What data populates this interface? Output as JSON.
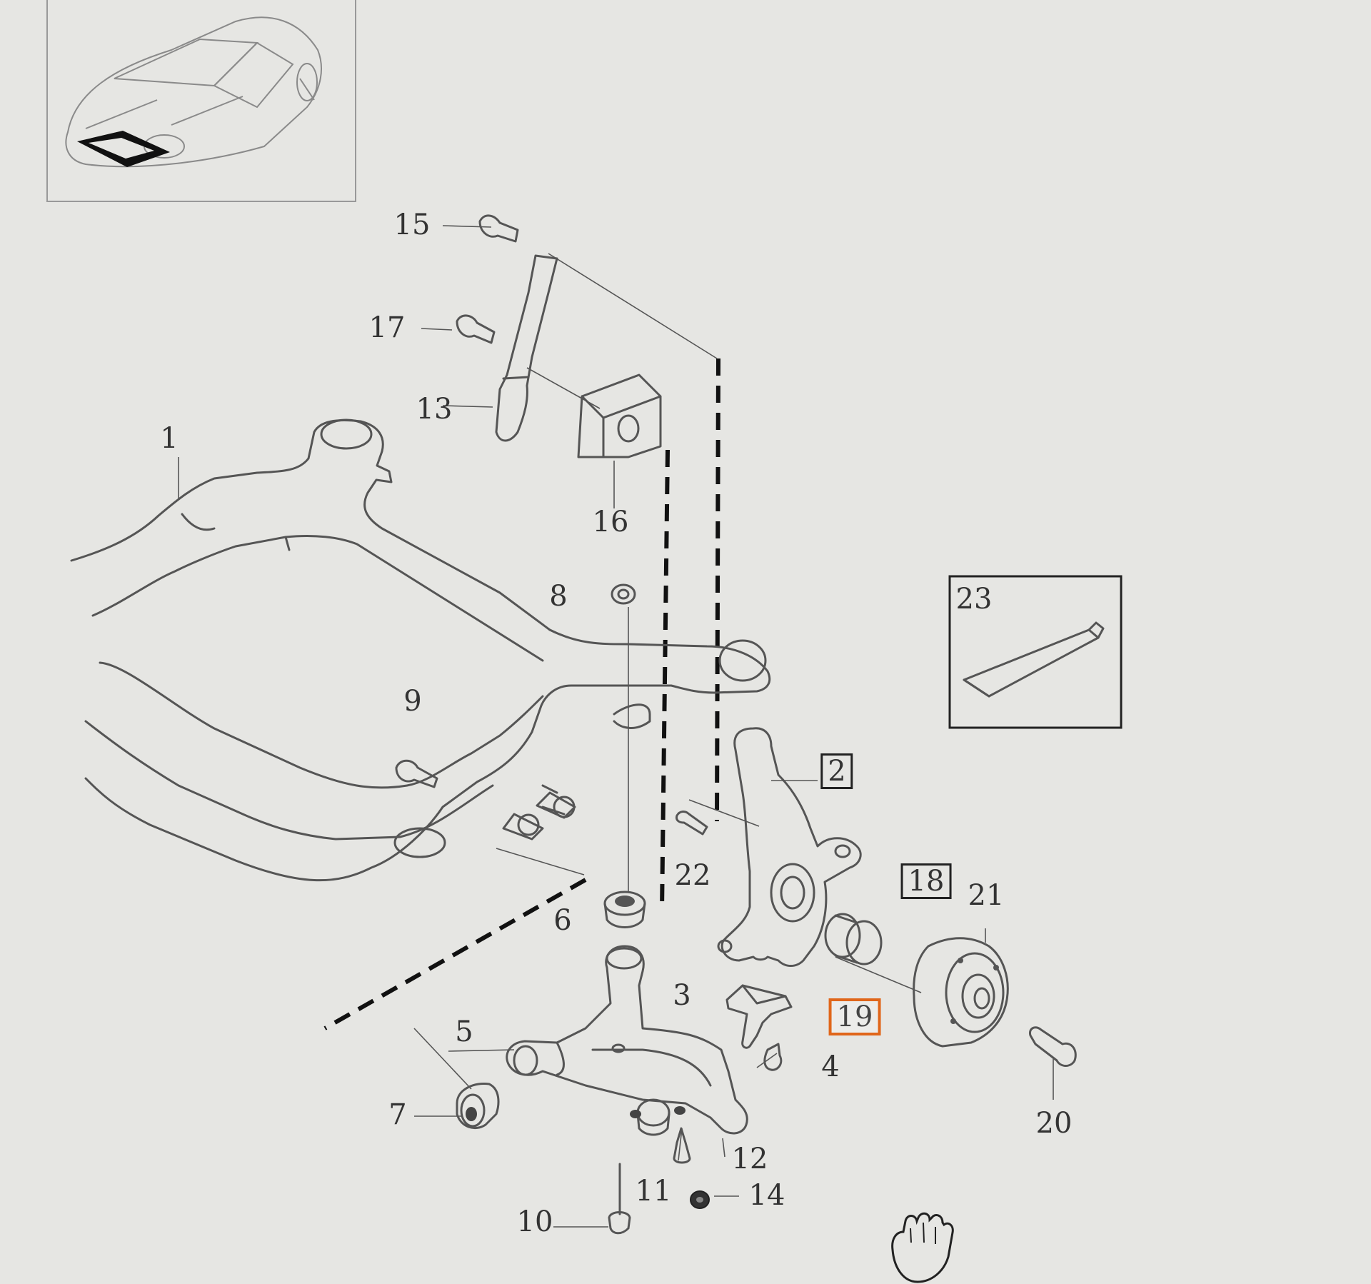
{
  "accent_color": "#e0661a",
  "callouts": [
    {
      "id": "1",
      "style": "plain"
    },
    {
      "id": "2",
      "style": "boxed"
    },
    {
      "id": "3",
      "style": "plain"
    },
    {
      "id": "4",
      "style": "plain"
    },
    {
      "id": "5",
      "style": "plain"
    },
    {
      "id": "6",
      "style": "plain"
    },
    {
      "id": "7",
      "style": "plain"
    },
    {
      "id": "8",
      "style": "plain"
    },
    {
      "id": "9",
      "style": "plain"
    },
    {
      "id": "10",
      "style": "plain"
    },
    {
      "id": "11",
      "style": "plain"
    },
    {
      "id": "12",
      "style": "plain"
    },
    {
      "id": "13",
      "style": "plain"
    },
    {
      "id": "14",
      "style": "plain"
    },
    {
      "id": "15",
      "style": "plain"
    },
    {
      "id": "16",
      "style": "plain"
    },
    {
      "id": "17",
      "style": "plain"
    },
    {
      "id": "18",
      "style": "boxed"
    },
    {
      "id": "19",
      "style": "highlighted"
    },
    {
      "id": "20",
      "style": "plain"
    },
    {
      "id": "21",
      "style": "plain"
    },
    {
      "id": "22",
      "style": "plain"
    },
    {
      "id": "23",
      "style": "inset-box"
    }
  ]
}
